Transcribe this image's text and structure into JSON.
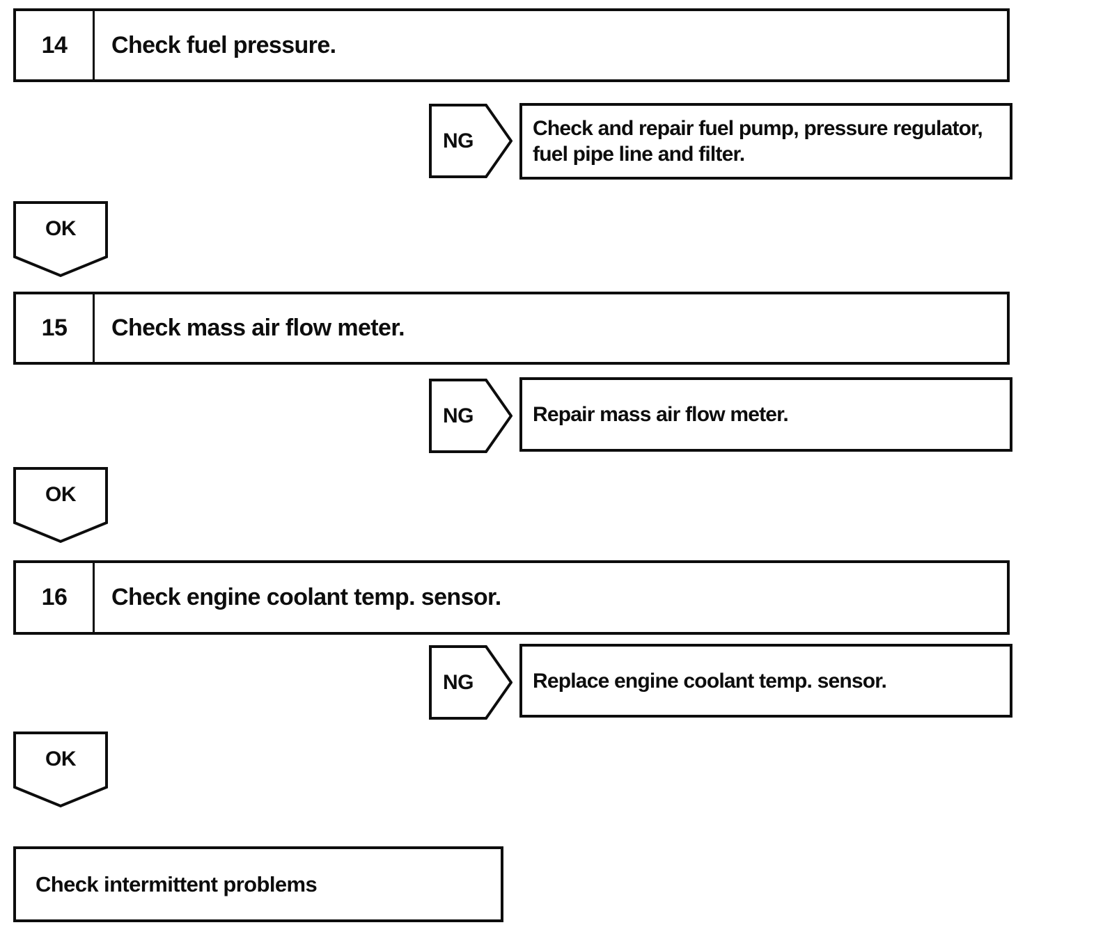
{
  "colors": {
    "line": "#0d0d0d",
    "background": "#ffffff",
    "text": "#0d0d0d"
  },
  "flowchart": {
    "steps": [
      {
        "number": "14",
        "label": "Check fuel pressure.",
        "ng": {
          "label": "NG",
          "action_lines": [
            "Check and repair fuel pump, pressure regulator,",
            "fuel pipe line and filter."
          ]
        },
        "ok": {
          "label": "OK"
        }
      },
      {
        "number": "15",
        "label": "Check mass air flow meter.",
        "ng": {
          "label": "NG",
          "action_lines": [
            "Repair mass air flow meter."
          ]
        },
        "ok": {
          "label": "OK"
        }
      },
      {
        "number": "16",
        "label": "Check engine coolant temp. sensor.",
        "ng": {
          "label": "NG",
          "action_lines": [
            "Replace engine coolant temp. sensor."
          ]
        },
        "ok": {
          "label": "OK"
        }
      }
    ],
    "terminal": {
      "label": "Check intermittent problems"
    }
  }
}
